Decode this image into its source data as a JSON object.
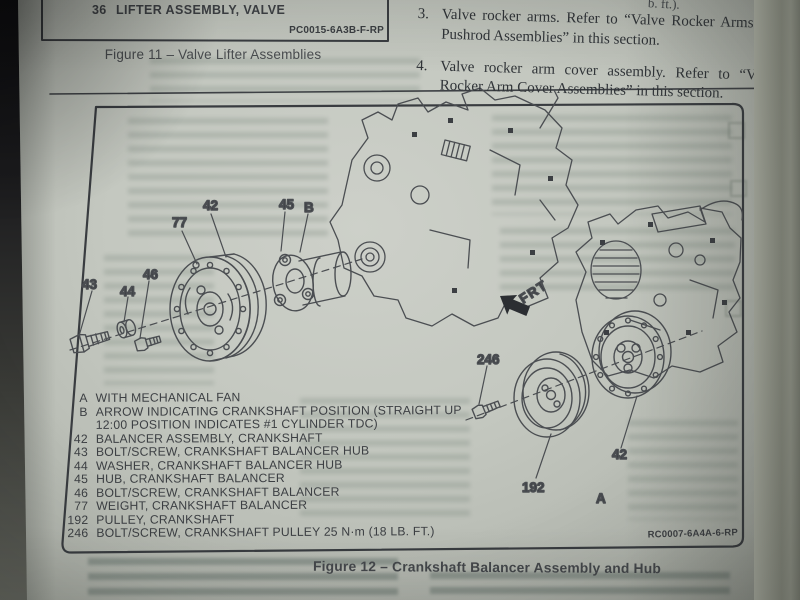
{
  "page": {
    "colors": {
      "paper": "#c4c8c0",
      "ink": "#3e4145",
      "line_art": "#4b4e52",
      "edge_shadow": "#0e0e11"
    },
    "figure11": {
      "row_number": "36",
      "row_label": "LIFTER ASSEMBLY, VALVE",
      "part_code": "PC0015-6A3B-F-RP",
      "caption": "Figure 11 – Valve Lifter Assemblies"
    },
    "top_right_fragment": "b. ft.).",
    "steps": [
      {
        "num": "3.",
        "text": "Valve rocker arms. Refer to “Valve Rocker Arms and Pushrod Assemblies” in this section."
      },
      {
        "num": "4.",
        "text": "Valve rocker arm cover assembly. Refer to “Valve Rocker Arm Cover Assemblies” in this section."
      }
    ],
    "figure12": {
      "frt": "FRT",
      "callouts": {
        "weight": "77",
        "balancer": "42",
        "hub": "45",
        "arrow": "B",
        "bolt_hub": "43",
        "washer": "44",
        "bolt_balancer": "46",
        "bolt_pulley": "246",
        "pulley": "192",
        "balancer_right": "42",
        "with_fan": "A"
      },
      "legend": [
        {
          "num": "A",
          "label": "WITH MECHANICAL FAN"
        },
        {
          "num": "B",
          "label": "ARROW INDICATING CRANKSHAFT POSITION (STRAIGHT UP"
        },
        {
          "num": "",
          "label": "12:00 POSITION INDICATES #1 CYLINDER TDC)"
        },
        {
          "num": "42",
          "label": "BALANCER ASSEMBLY, CRANKSHAFT"
        },
        {
          "num": "43",
          "label": "BOLT/SCREW, CRANKSHAFT BALANCER HUB"
        },
        {
          "num": "44",
          "label": "WASHER, CRANKSHAFT BALANCER HUB"
        },
        {
          "num": "45",
          "label": "HUB, CRANKSHAFT BALANCER"
        },
        {
          "num": "46",
          "label": "BOLT/SCREW, CRANKSHAFT BALANCER"
        },
        {
          "num": "77",
          "label": "WEIGHT, CRANKSHAFT BALANCER"
        },
        {
          "num": "192",
          "label": "PULLEY, CRANKSHAFT"
        },
        {
          "num": "246",
          "label": "BOLT/SCREW, CRANKSHAFT PULLEY 25 N·m (18 LB. FT.)"
        }
      ],
      "part_code": "RC0007-6A4A-6-RP",
      "caption": "Figure 12 – Crankshaft Balancer Assembly and Hub"
    }
  }
}
